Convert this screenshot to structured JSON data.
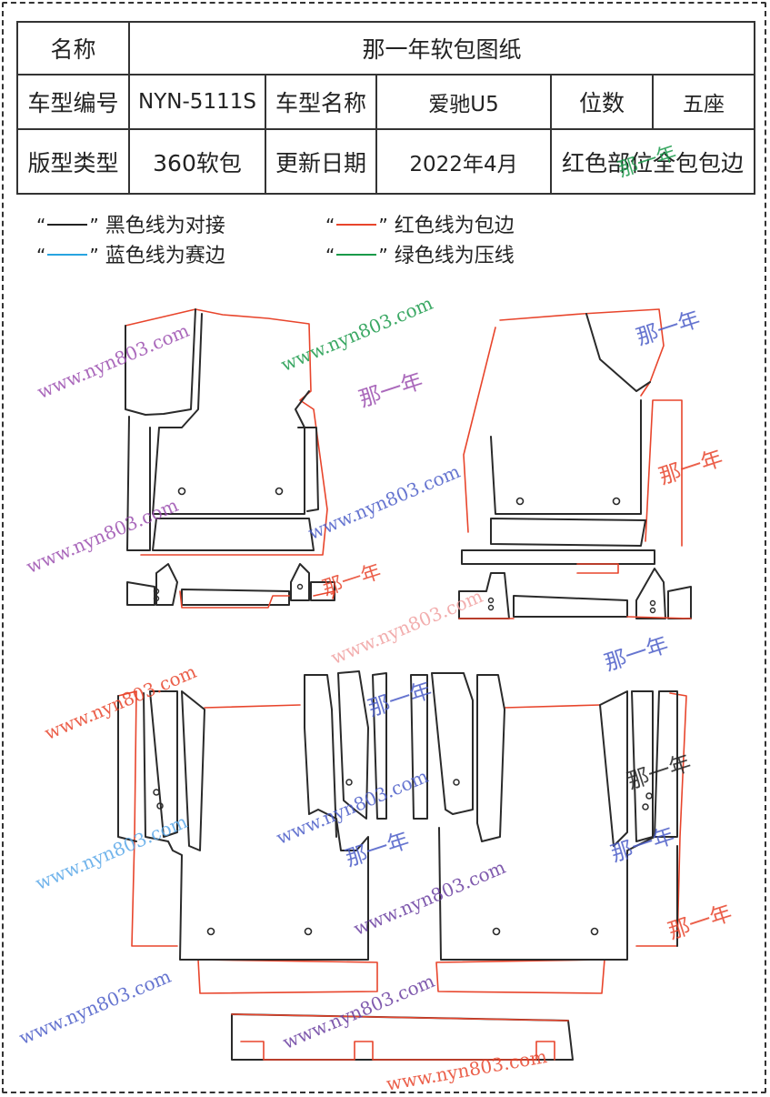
{
  "spec_table": {
    "name_label": "名称",
    "name_value": "那一年软包图纸",
    "model_no_label": "车型编号",
    "model_no_value": "NYN-5111S",
    "model_name_label": "车型名称",
    "model_name_value": "爱驰U5",
    "seats_label": "位数",
    "seats_value": "五座",
    "type_label": "版型类型",
    "type_value": "360软包",
    "update_label": "更新日期",
    "update_value": "2022年4月",
    "note_value": "红色部位全包包边"
  },
  "legend": {
    "open_quote": "“",
    "close_quote": "”",
    "black": {
      "text": "黑色线为对接",
      "color": "#222222"
    },
    "red": {
      "text": "红色线为包边",
      "color": "#e8452c"
    },
    "blue": {
      "text": "蓝色线为赛边",
      "color": "#27a4e0"
    },
    "green": {
      "text": "绿色线为压线",
      "color": "#1a9a4a"
    }
  },
  "watermarks": {
    "url_text": "www.nyn803.com",
    "brand_text": "那一年"
  },
  "colors": {
    "outline_black": "#2a2a2a",
    "outline_red": "#e8452c"
  }
}
